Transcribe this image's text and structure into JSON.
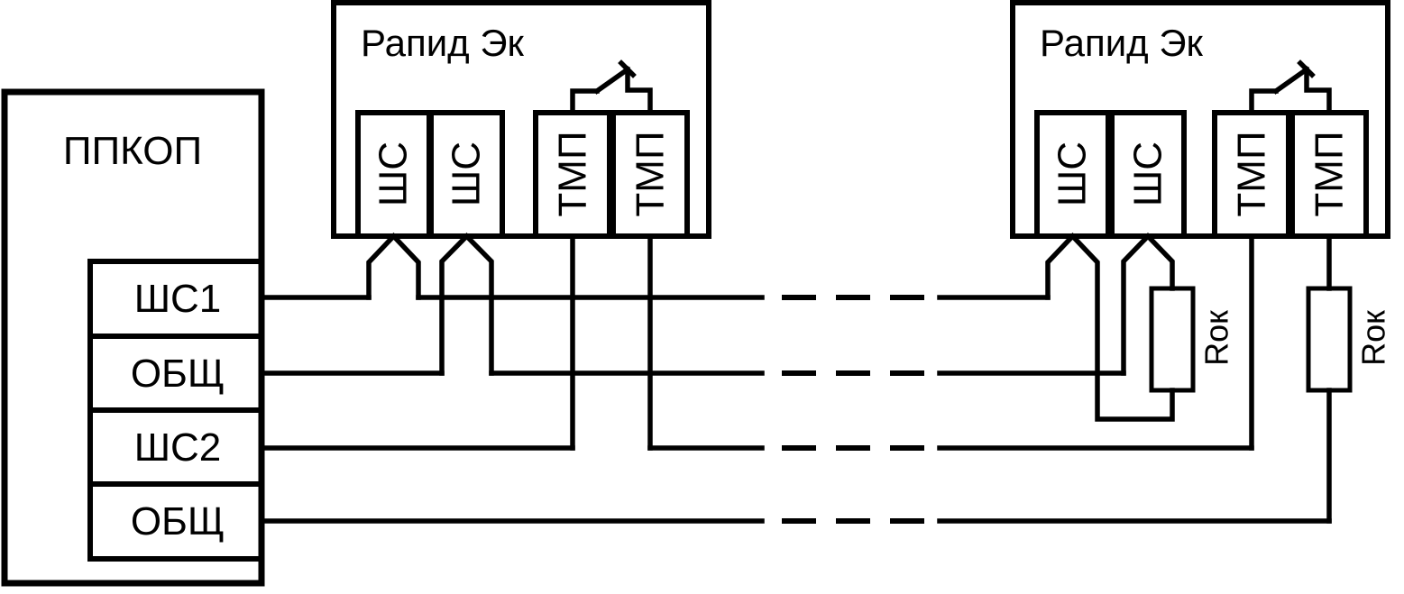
{
  "panel": {
    "title": "ППКОП",
    "terminals": [
      "ШС1",
      "ОБЩ",
      "ШС2",
      "ОБЩ"
    ]
  },
  "devices": [
    {
      "title": "Рапид Эк",
      "terminals": [
        "ШС",
        "ШС",
        "ТМП",
        "ТМП"
      ]
    },
    {
      "title": "Рапид Эк",
      "terminals": [
        "ШС",
        "ШС",
        "ТМП",
        "ТМП"
      ]
    }
  ],
  "resistors": [
    "Rок",
    "Rок"
  ],
  "colors": {
    "line": "#000000",
    "background": "#ffffff"
  }
}
